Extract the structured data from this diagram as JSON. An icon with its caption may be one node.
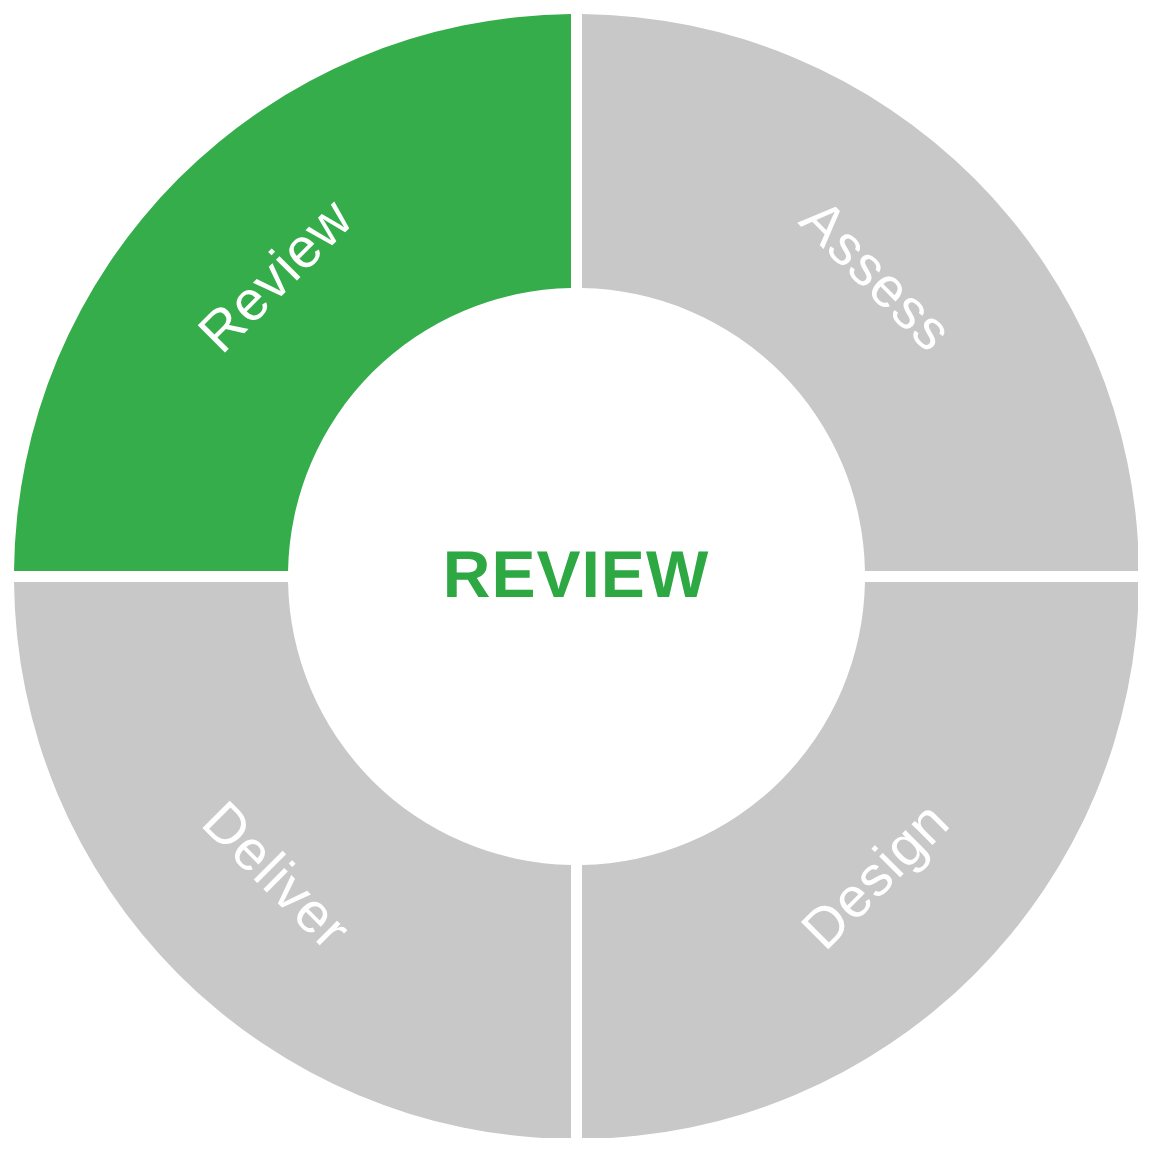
{
  "diagram": {
    "nodes": [
      {
        "text": [
          "Review"
        ]
      },
      {
        "text": [
          "Assess"
        ]
      },
      {
        "text": [
          "Deliver"
        ]
      },
      {
        "text": [
          "Design"
        ]
      }
    ],
    "labels": [
      "REVIEW"
    ]
  }
}
